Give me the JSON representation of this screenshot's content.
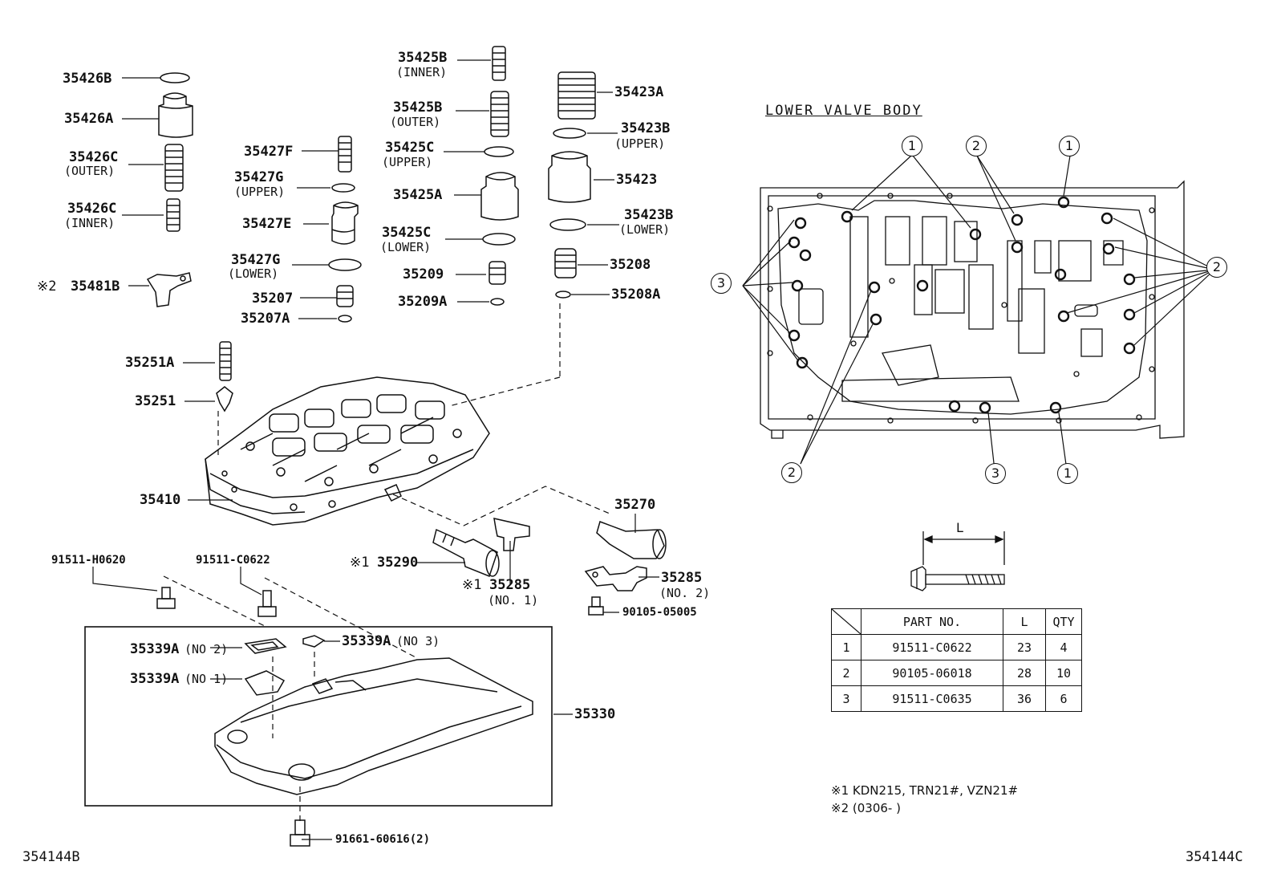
{
  "parts": {
    "p35426B": "35426B",
    "p35426A": "35426A",
    "p35426C_outer": "35426C",
    "p35426C_outer_sub": "(OUTER)",
    "p35426C_inner": "35426C",
    "p35426C_inner_sub": "(INNER)",
    "p35481B_mark": "※2",
    "p35481B": "35481B",
    "p35427F": "35427F",
    "p35427G_upper": "35427G",
    "p35427G_upper_sub": "(UPPER)",
    "p35427E": "35427E",
    "p35427G_lower": "35427G",
    "p35427G_lower_sub": "(LOWER)",
    "p35207": "35207",
    "p35207A": "35207A",
    "p35425B_inner": "35425B",
    "p35425B_inner_sub": "(INNER)",
    "p35425B_outer": "35425B",
    "p35425B_outer_sub": "(OUTER)",
    "p35425C_upper": "35425C",
    "p35425C_upper_sub": "(UPPER)",
    "p35425A": "35425A",
    "p35425C_lower": "35425C",
    "p35425C_lower_sub": "(LOWER)",
    "p35209": "35209",
    "p35209A": "35209A",
    "p35423A": "35423A",
    "p35423B_upper": "35423B",
    "p35423B_upper_sub": "(UPPER)",
    "p35423": "35423",
    "p35423B_lower": "35423B",
    "p35423B_lower_sub": "(LOWER)",
    "p35208": "35208",
    "p35208A": "35208A",
    "p35251A": "35251A",
    "p35251": "35251",
    "p35410": "35410",
    "p35270": "35270",
    "p35290_mark": "※1",
    "p35290": "35290",
    "p35285_no1_mark": "※1",
    "p35285_no1": "35285",
    "p35285_no1_sub": "(NO. 1)",
    "p35285_no2": "35285",
    "p35285_no2_sub": "(NO. 2)",
    "p90105_05005": "90105-05005",
    "p91511_H0620": "91511-H0620",
    "p91511_C0622": "91511-C0622",
    "p35339A_no2": "35339A",
    "p35339A_no2_sub": "(NO 2)",
    "p35339A_no3": "35339A",
    "p35339A_no3_sub": "(NO 3)",
    "p35339A_no1": "35339A",
    "p35339A_no1_sub": "(NO 1)",
    "p35330": "35330",
    "p91661": "91661-60616(2)"
  },
  "valve_body": {
    "title": "LOWER VALVE BODY",
    "callout_1": "1",
    "callout_2": "2",
    "callout_3": "3"
  },
  "bolt": {
    "dimension_label": "L"
  },
  "table": {
    "headers": [
      "",
      "PART NO.",
      "L",
      "QTY"
    ],
    "rows": [
      [
        "1",
        "91511-C0622",
        "23",
        "4"
      ],
      [
        "2",
        "90105-06018",
        "28",
        "10"
      ],
      [
        "3",
        "91511-C0635",
        "36",
        "6"
      ]
    ]
  },
  "notes": {
    "note1": "※1 KDN215, TRN21#, VZN21#",
    "note2": "※2 (0306-        )"
  },
  "codes": {
    "left": "354144B",
    "right": "354144C"
  }
}
